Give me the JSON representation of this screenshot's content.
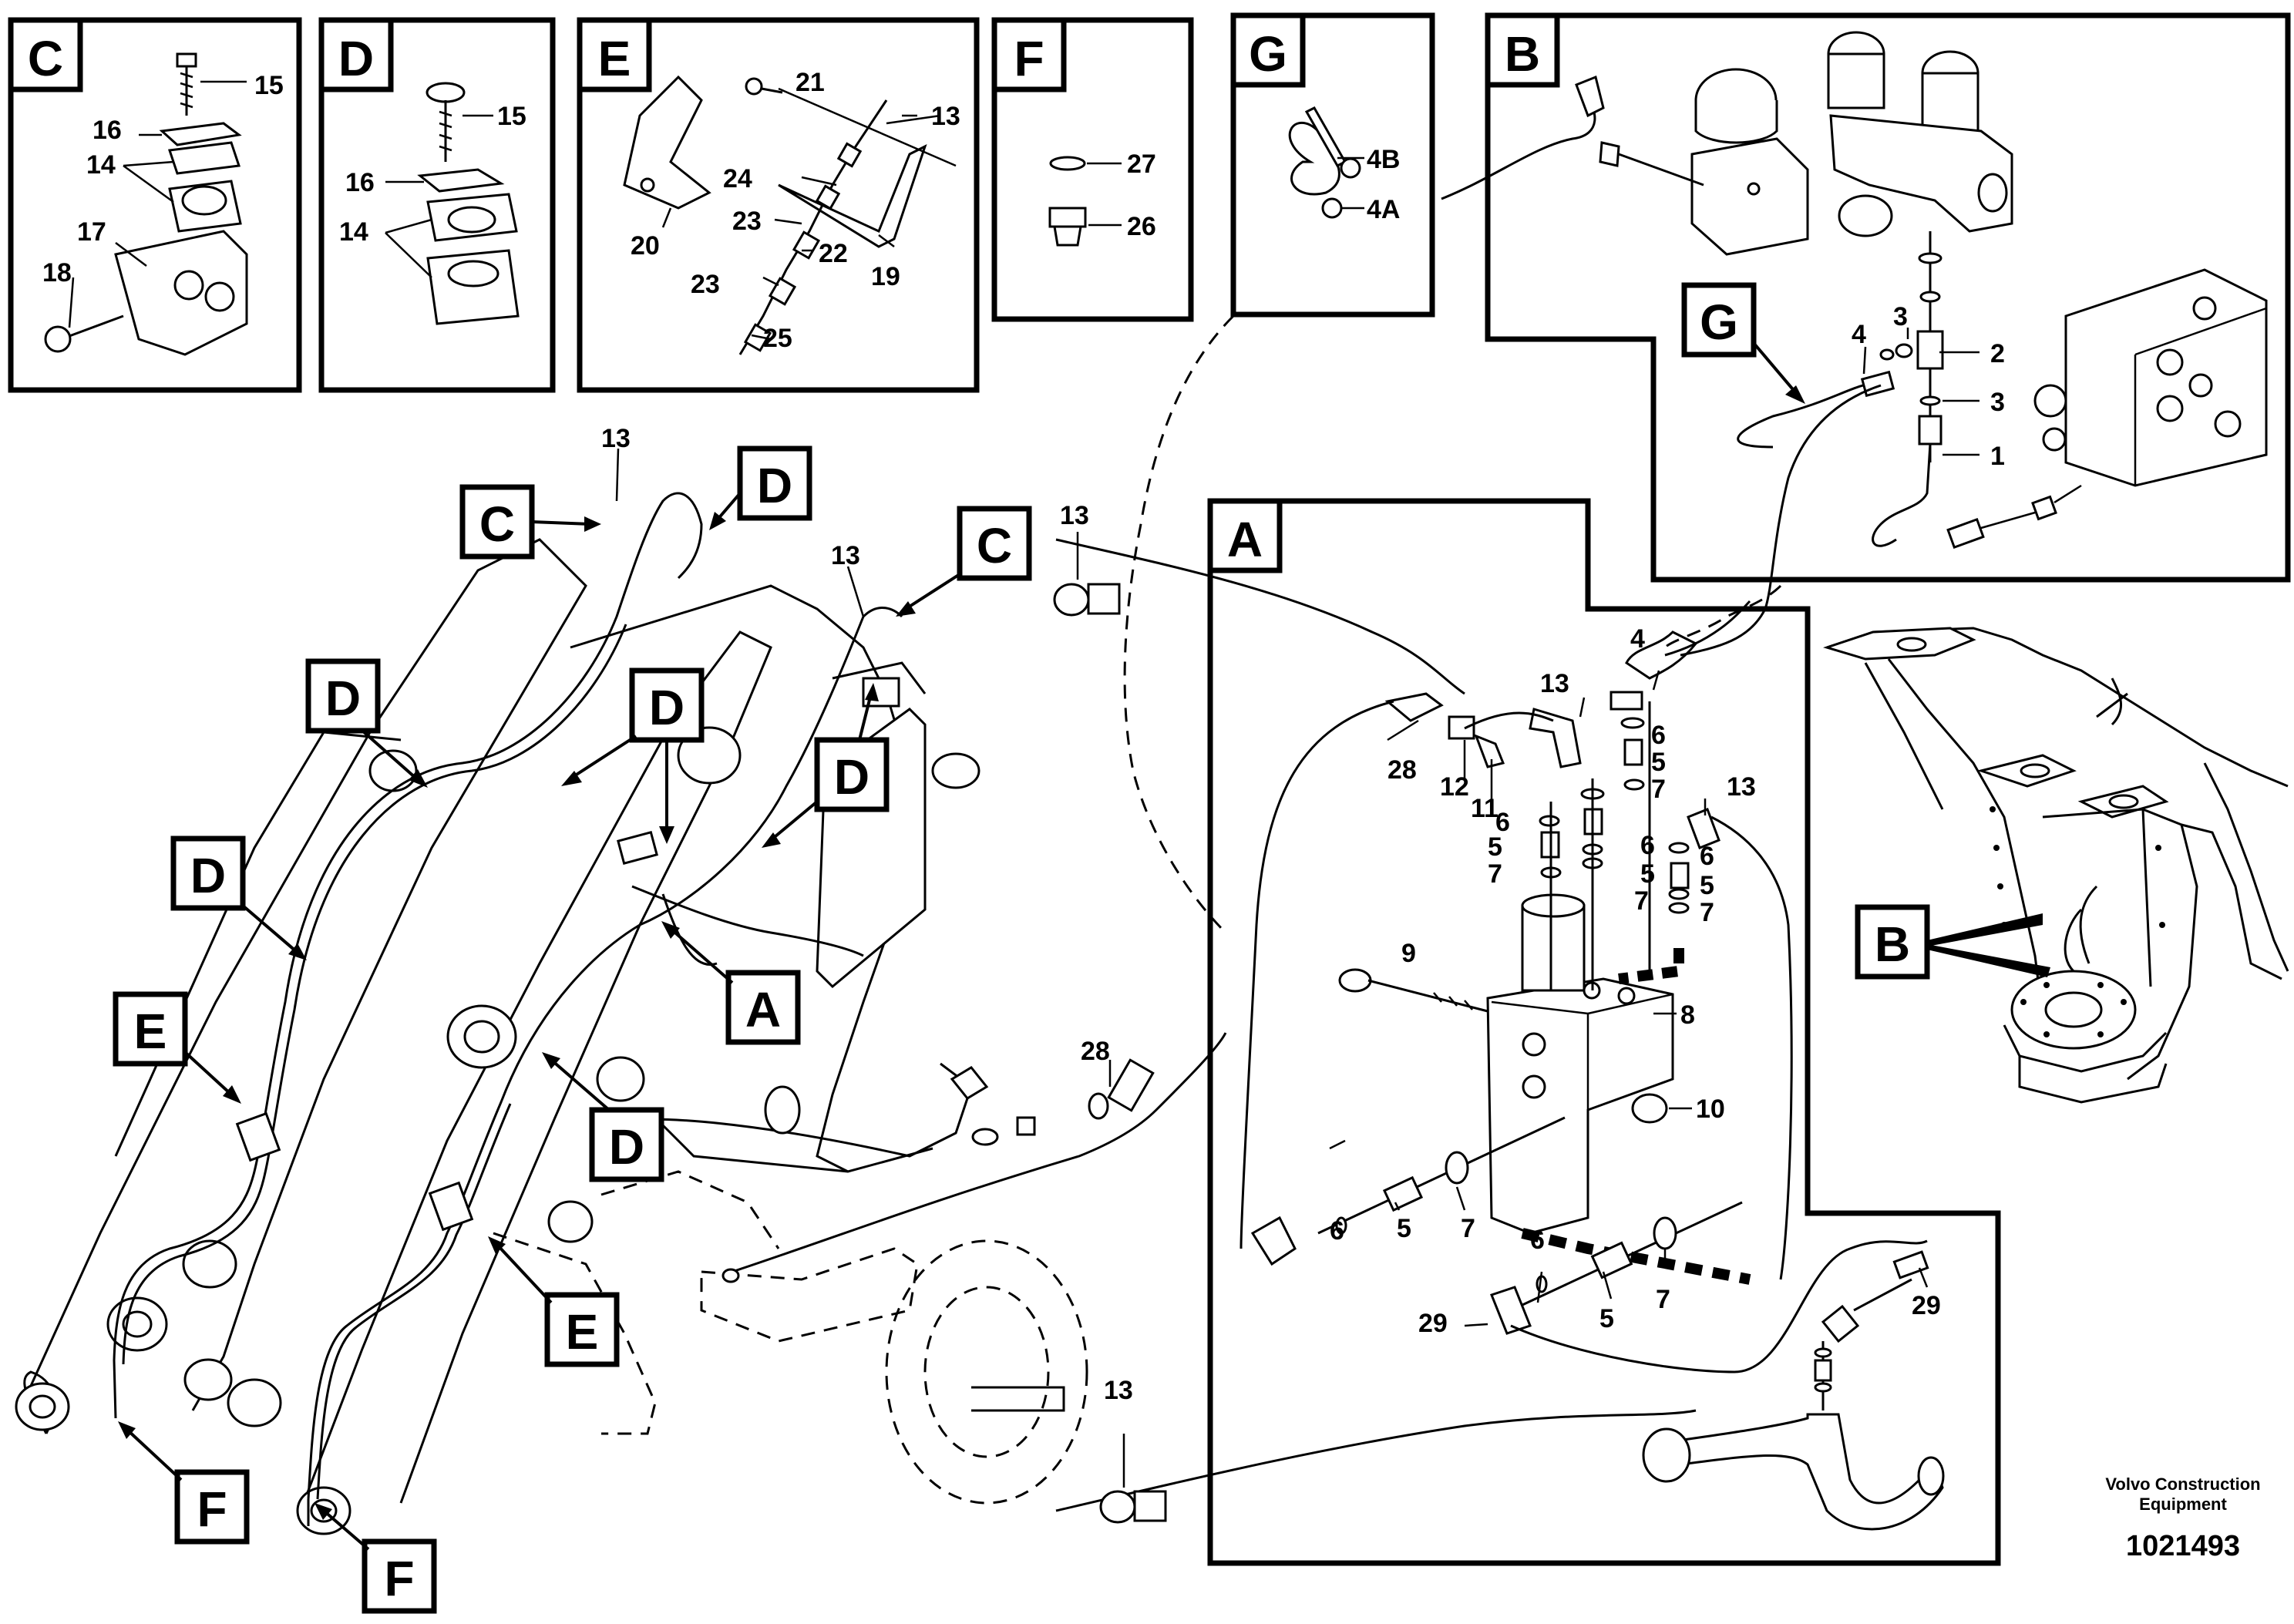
{
  "detail_boxes": {
    "C": "C",
    "D": "D",
    "E": "E",
    "F": "F",
    "G": "G",
    "B": "B",
    "A": "A"
  },
  "callouts": {
    "c_main": "C",
    "d_main": "D",
    "e_main": "E",
    "f_main": "F",
    "g_main": "G",
    "b_main": "B",
    "a_main": "A"
  },
  "part_numbers": {
    "n1": "1",
    "n2": "2",
    "n3": "3",
    "n4": "4",
    "n4a": "4A",
    "n4b": "4B",
    "n5": "5",
    "n6": "6",
    "n7": "7",
    "n8": "8",
    "n9": "9",
    "n10": "10",
    "n11": "11",
    "n12": "12",
    "n13": "13",
    "n14": "14",
    "n15": "15",
    "n16": "16",
    "n17": "17",
    "n18": "18",
    "n19": "19",
    "n20": "20",
    "n21": "21",
    "n22": "22",
    "n23": "23",
    "n24": "24",
    "n25": "25",
    "n26": "26",
    "n27": "27",
    "n28": "28",
    "n29": "29"
  },
  "footer": {
    "brand_line1": "Volvo Construction",
    "brand_line2": "Equipment",
    "drawing_number": "1021493"
  }
}
